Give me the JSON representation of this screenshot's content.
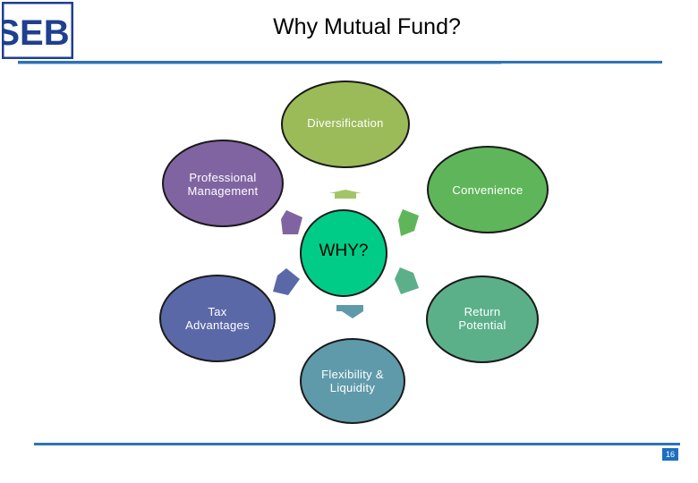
{
  "header": {
    "title": "Why Mutual Fund?",
    "logo_text": "SEBI",
    "accent_color": "#2f73b8"
  },
  "diagram": {
    "center": {
      "label": "WHY?",
      "color": "#00cc88"
    },
    "nodes": [
      {
        "id": "diversification",
        "label": "Diversification",
        "color": "#9bbb59"
      },
      {
        "id": "convenience",
        "label": "Convenience",
        "color": "#5fb65a"
      },
      {
        "id": "return",
        "label": "Return Potential",
        "color": "#5bb08a"
      },
      {
        "id": "flexibility",
        "label": "Flexibility & Liquidity",
        "color": "#5f9aaa"
      },
      {
        "id": "tax",
        "label": "Tax Advantages",
        "color": "#5b68a8"
      },
      {
        "id": "professional",
        "label": "Professional Management",
        "color": "#8064a2"
      }
    ]
  },
  "footer": {
    "page_number": "16"
  }
}
